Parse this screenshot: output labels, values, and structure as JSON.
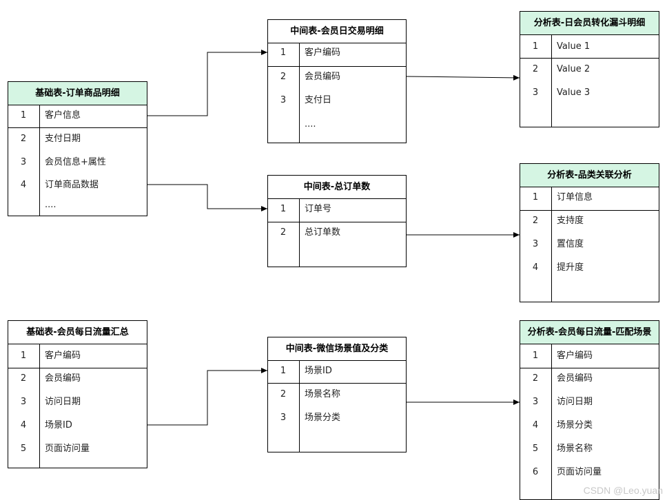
{
  "tables": [
    {
      "id": "order-detail",
      "title": "基础表-订单商品明细",
      "green": true,
      "rows": [
        [
          "1",
          "客户信息"
        ],
        [
          "2",
          "支付日期"
        ],
        [
          "3",
          "会员信息+属性"
        ],
        [
          "4",
          "订单商品数据"
        ],
        [
          "",
          "...."
        ]
      ]
    },
    {
      "id": "member-traffic",
      "title": "基础表-会员每日流量汇总",
      "green": false,
      "rows": [
        [
          "1",
          "客户编码"
        ],
        [
          "2",
          "会员编码"
        ],
        [
          "3",
          "访问日期"
        ],
        [
          "4",
          "场景ID"
        ],
        [
          "5",
          "页面访问量"
        ]
      ]
    },
    {
      "id": "member-daily-trade",
      "title": "中间表-会员日交易明细",
      "green": false,
      "rows": [
        [
          "1",
          "客户编码"
        ],
        [
          "2",
          "会员编码"
        ],
        [
          "3",
          "支付日"
        ],
        [
          "",
          "...."
        ]
      ]
    },
    {
      "id": "total-orders",
      "title": "中间表-总订单数",
      "green": false,
      "rows": [
        [
          "1",
          "订单号"
        ],
        [
          "2",
          "总订单数"
        ]
      ]
    },
    {
      "id": "wechat-scene",
      "title": "中间表-微信场景值及分类",
      "green": false,
      "rows": [
        [
          "1",
          "场景ID"
        ],
        [
          "2",
          "场景名称"
        ],
        [
          "3",
          "场景分类"
        ]
      ]
    },
    {
      "id": "funnel",
      "title": "分析表-日会员转化漏斗明细",
      "green": true,
      "rows": [
        [
          "1",
          "Value 1"
        ],
        [
          "2",
          "Value 2"
        ],
        [
          "3",
          "Value 3"
        ]
      ]
    },
    {
      "id": "category-assoc",
      "title": "分析表-品类关联分析",
      "green": true,
      "rows": [
        [
          "1",
          "订单信息"
        ],
        [
          "2",
          "支持度"
        ],
        [
          "3",
          "置信度"
        ],
        [
          "4",
          "提升度"
        ]
      ]
    },
    {
      "id": "traffic-scene",
      "title": "分析表-会员每日流量-匹配场景",
      "green": true,
      "rows": [
        [
          "1",
          "客户编码"
        ],
        [
          "2",
          "会员编码"
        ],
        [
          "3",
          "访问日期"
        ],
        [
          "4",
          "场景分类"
        ],
        [
          "5",
          "场景名称"
        ],
        [
          "6",
          "页面访问量"
        ]
      ]
    }
  ],
  "edges": [
    {
      "from": "order-detail",
      "to": "member-daily-trade"
    },
    {
      "from": "order-detail",
      "to": "total-orders"
    },
    {
      "from": "member-daily-trade",
      "to": "funnel"
    },
    {
      "from": "total-orders",
      "to": "category-assoc"
    },
    {
      "from": "member-traffic",
      "to": "wechat-scene"
    },
    {
      "from": "wechat-scene",
      "to": "traffic-scene"
    }
  ],
  "colors": {
    "header_green": "#d5f5e3",
    "border": "#000000",
    "watermark": "#c8c8c8"
  },
  "watermark": "CSDN @Leo.yuan"
}
